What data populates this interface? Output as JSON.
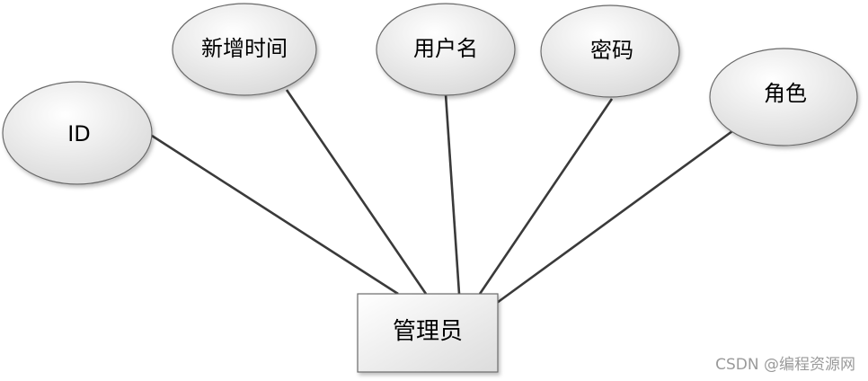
{
  "entity": {
    "label": "管理员"
  },
  "attributes": [
    {
      "id": "id",
      "label": "ID"
    },
    {
      "id": "created-time",
      "label": "新增时间"
    },
    {
      "id": "username",
      "label": "用户名"
    },
    {
      "id": "password",
      "label": "密码"
    },
    {
      "id": "role",
      "label": "角色"
    }
  ],
  "watermark": "CSDN @编程资源网",
  "colors": {
    "ellipse_fill_light": "#ffffff",
    "ellipse_fill_dark": "#d8d8d8",
    "entity_fill_light": "#ffffff",
    "entity_fill_dark": "#dcdcdc",
    "line": "#3a3a3a",
    "outline": "#6b6b6b",
    "watermark": "#9a9a9a"
  }
}
